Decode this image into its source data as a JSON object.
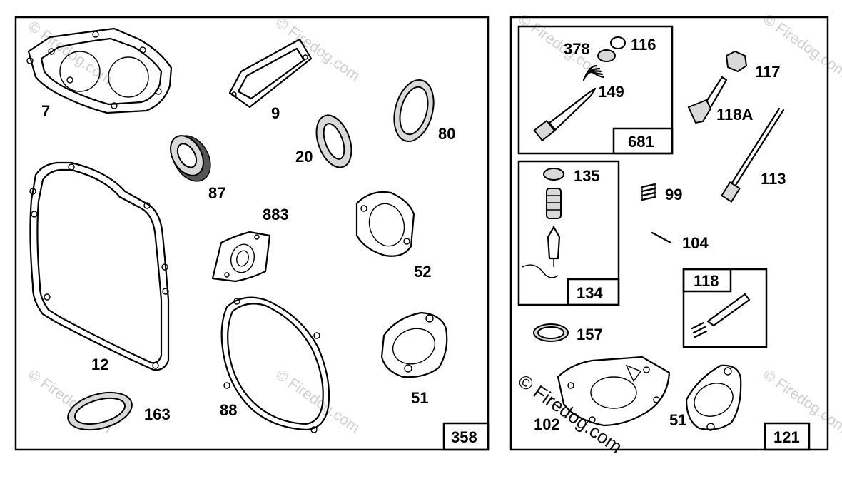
{
  "panel_left": {
    "kit_number": "358",
    "parts": {
      "p7": "7",
      "p9": "9",
      "p20": "20",
      "p80": "80",
      "p87": "87",
      "p883": "883",
      "p12": "12",
      "p52": "52",
      "p88": "88",
      "p51": "51",
      "p163": "163"
    }
  },
  "panel_right": {
    "kit_number": "121",
    "sub_kit_a": {
      "kit_number": "681",
      "parts": {
        "p378": "378",
        "p116": "116",
        "p149": "149"
      }
    },
    "sub_kit_b": {
      "kit_number": "134",
      "parts": {
        "p135": "135"
      }
    },
    "sub_kit_c": {
      "kit_number": "118"
    },
    "parts": {
      "p117": "117",
      "p118A": "118A",
      "p99": "99",
      "p113": "113",
      "p104": "104",
      "p157": "157",
      "p102": "102",
      "p51": "51"
    }
  },
  "watermark": "© Firedog.com"
}
